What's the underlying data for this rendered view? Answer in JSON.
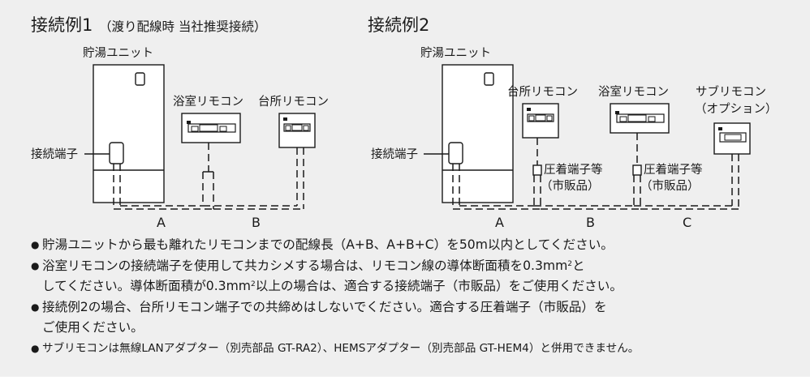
{
  "ex1": {
    "title": "接続例1",
    "subtitle": "（渡り配線時 当社推奨接続）",
    "unit_label": "貯湯ユニット",
    "terminal_label": "接続端子",
    "remote_a": "浴室リモコン",
    "remote_b": "台所リモコン",
    "seg_a": "A",
    "seg_b": "B"
  },
  "ex2": {
    "title": "接続例2",
    "unit_label": "貯湯ユニット",
    "terminal_label": "接続端子",
    "remote_a": "台所リモコン",
    "remote_b": "浴室リモコン",
    "remote_c_line1": "サブリモコン",
    "remote_c_line2": "（オプション）",
    "crimp1_line1": "圧着端子等",
    "crimp1_line2": "（市販品）",
    "crimp2_line1": "圧着端子等",
    "crimp2_line2": "（市販品）",
    "seg_a": "A",
    "seg_b": "B",
    "seg_c": "C"
  },
  "notes": [
    "貯湯ユニットから最も離れたリモコンまでの配線長（A+B、A+B+C）を50m以内としてください。",
    "浴室リモコンの接続端子を使用して共カシメする場合は、リモコン線の導体断面積を",
    "接続例2の場合、台所リモコン端子での共締めはしないでください。適合する圧着端子（市販品）を",
    "サブリモコンは無線LANアダプター（別売部品 GT-RA2）、HEMSアダプター（別売部品 GT-HEM4）と併用できません。"
  ],
  "note2_line1_value": "0.3mm",
  "note2_line1_sup": "2",
  "note2_line1_tail": "と",
  "note2_line2_head": "してください。導体断面積が",
  "note2_line2_value": "0.3mm",
  "note2_line2_sup": "2",
  "note2_line2_tail": "以上の場合は、適合する接続端子（市販品）をご使用ください。",
  "note3_line2": "ご使用ください。"
}
